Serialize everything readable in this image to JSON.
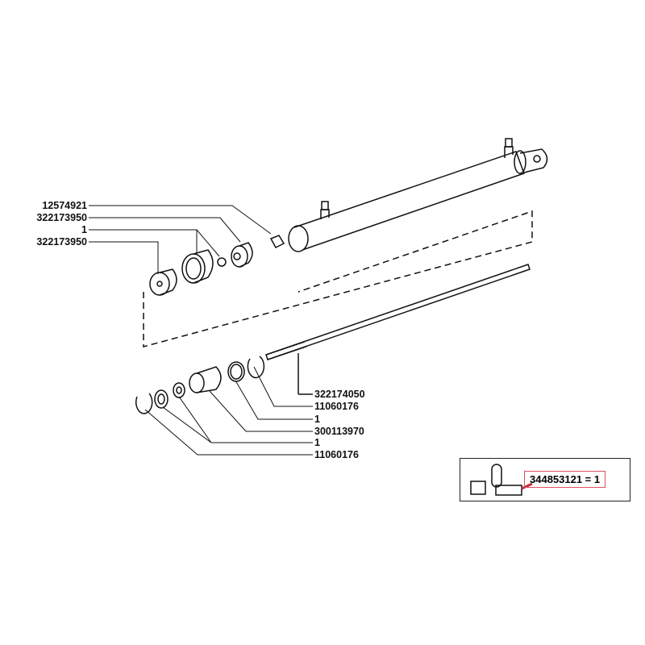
{
  "upper_callouts": [
    {
      "part": "12574921"
    },
    {
      "part": "322173950"
    },
    {
      "part": "1"
    },
    {
      "part": "322173950"
    }
  ],
  "lower_callouts": [
    {
      "part": "322174050"
    },
    {
      "part": "11060176"
    },
    {
      "part": "1"
    },
    {
      "part": "300113970"
    },
    {
      "part": "1"
    },
    {
      "part": "11060176"
    }
  ],
  "kit": {
    "label": "344853121 = 1"
  },
  "colors": {
    "ink": "#111111",
    "highlight": "#e05060"
  }
}
